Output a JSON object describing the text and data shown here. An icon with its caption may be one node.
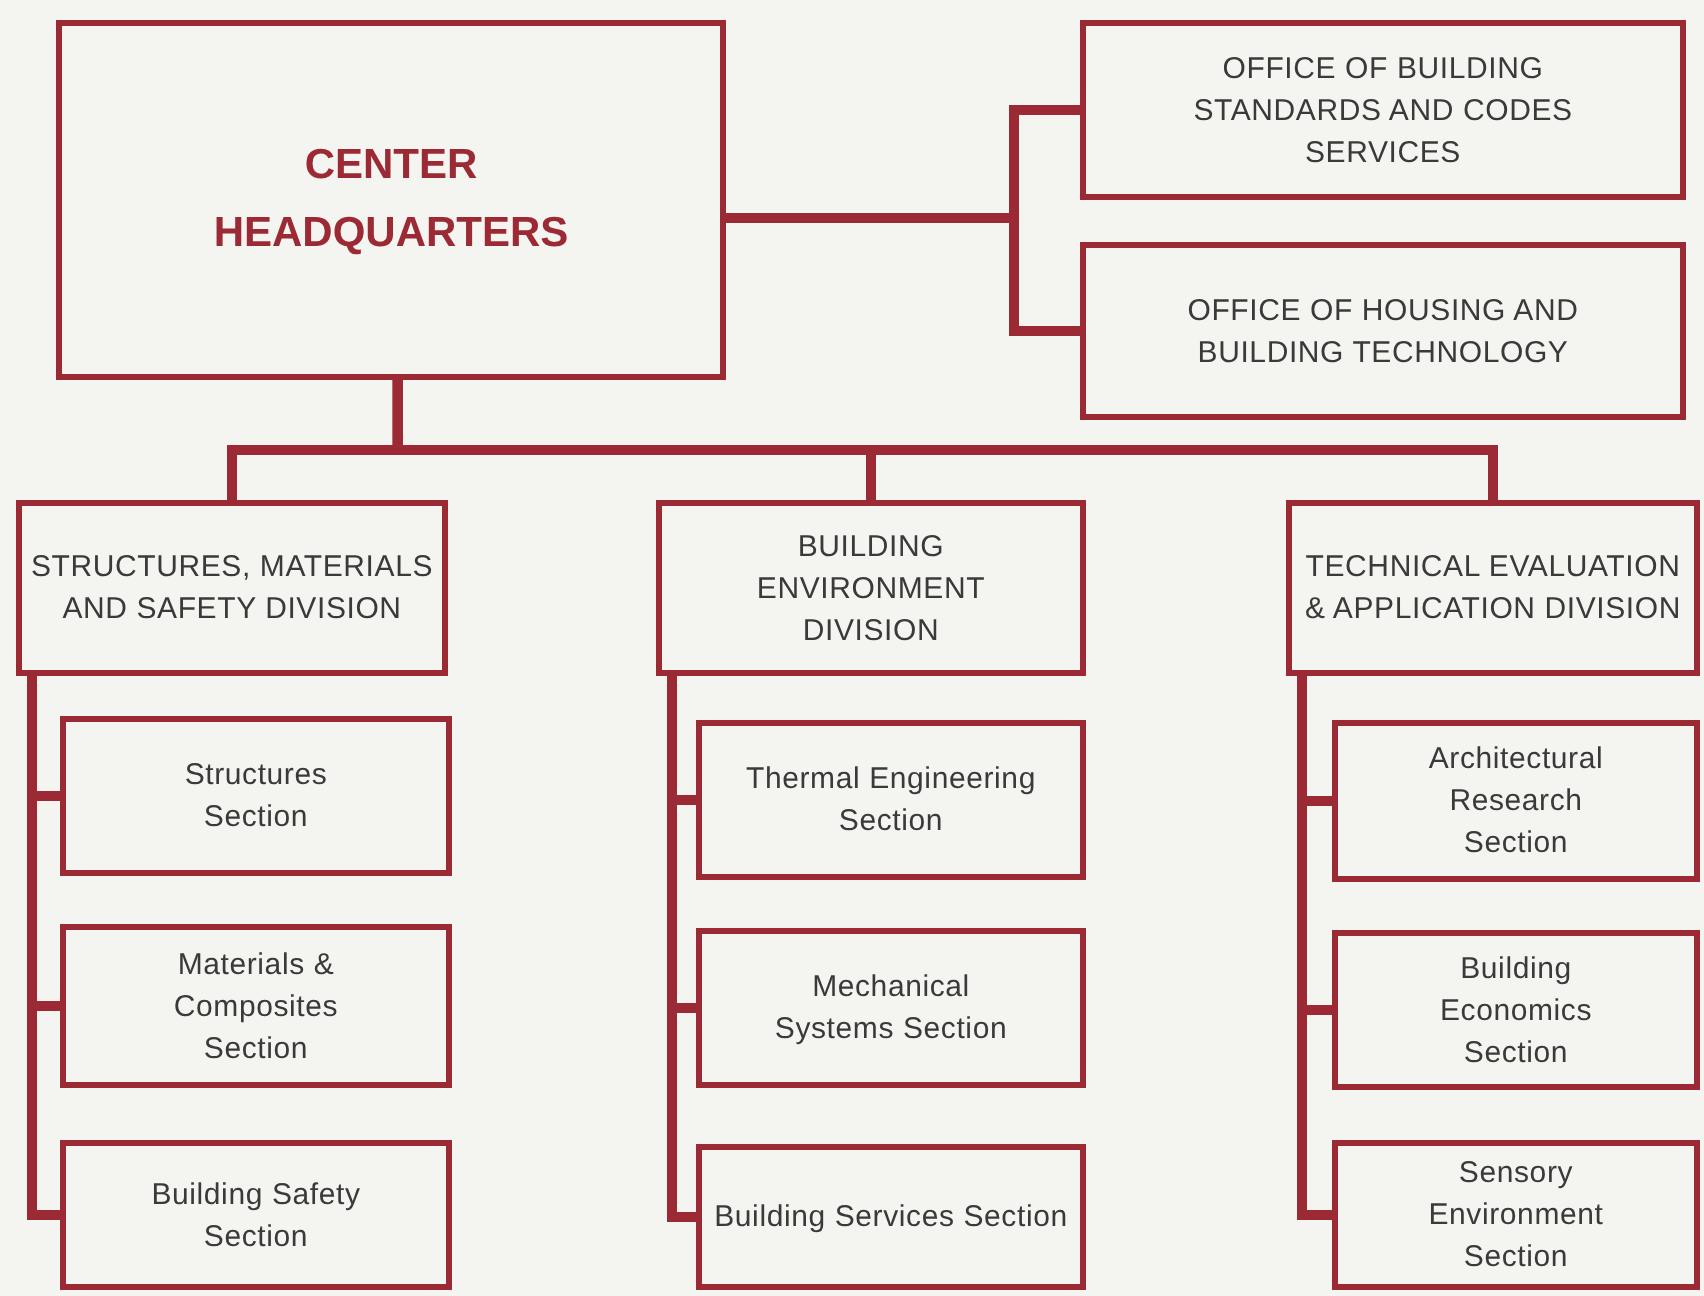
{
  "diagram": {
    "nodes": [
      {
        "text": [
          "CENTER HEADQUARTERS"
        ]
      },
      {
        "text": [
          "OFFICE OF BUILDING STANDARDS AND CODES SERVICES"
        ]
      },
      {
        "text": [
          "OFFICE OF HOUSING AND BUILDING TECHNOLOGY"
        ]
      },
      {
        "text": [
          "STRUCTURES, MATERIALS AND SAFETY DIVISION"
        ]
      },
      {
        "text": [
          "BUILDING ENVIRONMENT DIVISION"
        ]
      },
      {
        "text": [
          "TECHNICAL EVALUATION & APPLICATION DIVISION"
        ]
      },
      {
        "text": [
          "Structures Section"
        ]
      },
      {
        "text": [
          "Materials & Composites Section"
        ]
      },
      {
        "text": [
          "Building Safety Section"
        ]
      },
      {
        "text": [
          "Thermal Engineering Section"
        ]
      },
      {
        "text": [
          "Mechanical Systems Section"
        ]
      },
      {
        "text": [
          "Building Services Section"
        ]
      },
      {
        "text": [
          "Architectural Research Section"
        ]
      },
      {
        "text": [
          "Building Economics Section"
        ]
      },
      {
        "text": [
          "Sensory Environment Section"
        ]
      }
    ],
    "edges": [
      {
        "from": 0,
        "to": 1,
        "arrow": "none"
      },
      {
        "from": 0,
        "to": 2,
        "arrow": "none"
      },
      {
        "from": 0,
        "to": 3,
        "arrow": "none"
      },
      {
        "from": 0,
        "to": 4,
        "arrow": "none"
      },
      {
        "from": 0,
        "to": 5,
        "arrow": "none"
      },
      {
        "from": 3,
        "to": 6,
        "arrow": "none"
      },
      {
        "from": 3,
        "to": 7,
        "arrow": "none"
      },
      {
        "from": 3,
        "to": 8,
        "arrow": "none"
      },
      {
        "from": 4,
        "to": 9,
        "arrow": "none"
      },
      {
        "from": 4,
        "to": 10,
        "arrow": "none"
      },
      {
        "from": 4,
        "to": 11,
        "arrow": "none"
      },
      {
        "from": 5,
        "to": 12,
        "arrow": "none"
      },
      {
        "from": 5,
        "to": 13,
        "arrow": "none"
      },
      {
        "from": 5,
        "to": 14,
        "arrow": "none"
      }
    ]
  }
}
